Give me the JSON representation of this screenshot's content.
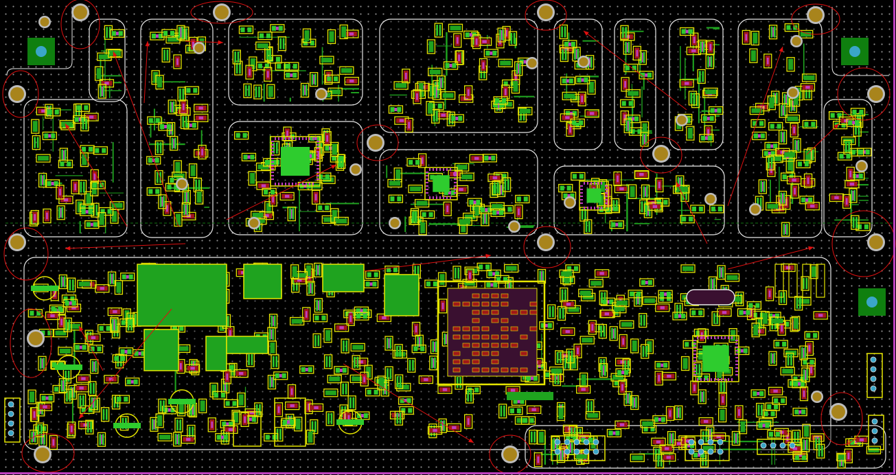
{
  "view": {
    "type": "pcb-layout",
    "layers_visible": [
      "top-copper",
      "silkscreen",
      "vias",
      "board-outline",
      "annotations"
    ]
  },
  "colors": {
    "background": "#000000",
    "copper": "#1fa31f",
    "copper_bright": "#2ecc2e",
    "silkscreen": "#e6e600",
    "pad_highlight": "#c03cc0",
    "pad_red": "#a01818",
    "outline": "#e8e8e8",
    "via": "#8c8c8c",
    "mounting_hole": "#a8841c",
    "mounting_ring": "#bdbdbd",
    "annotation": "#e01010",
    "board_edge": "#c040c0",
    "connector_pad": "#3aa6c8"
  }
}
